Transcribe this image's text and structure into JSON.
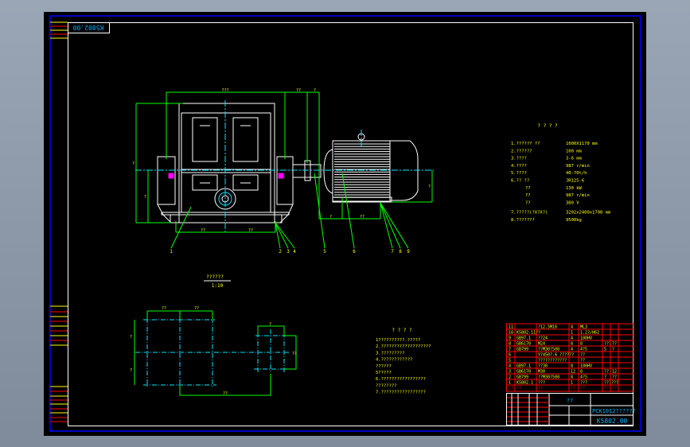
{
  "colors": {
    "background": "#000000",
    "frame": "#ffffff",
    "outline": "#0000ff",
    "geometry": "#ffffff",
    "centerline": "#00e5ff",
    "dimension": "#00ff00",
    "text": "#ffff00",
    "table": "#ff0000",
    "title_text": "#00b4ff"
  },
  "sheet_tag": "K5802.00",
  "callouts": [
    "1",
    "2",
    "3",
    "4",
    "5",
    "6",
    "7",
    "8",
    "9"
  ],
  "dim_labels": {
    "top": "???",
    "top2": "??",
    "top3": "?",
    "left": "?",
    "left2": "?",
    "bottom1": "??",
    "bottom2": "??",
    "motor1": "?",
    "motor2": "??",
    "motor_height": "?"
  },
  "detail_view": {
    "label": "??????",
    "scale": "1:10",
    "dims": [
      "??",
      "??",
      "?",
      "?",
      "??",
      "?",
      "??"
    ]
  },
  "specs": {
    "title": "? ? ? ?",
    "rows": [
      {
        "label": "1.?????? ??",
        "value": "1000X1170 mm"
      },
      {
        "label": "2.??????",
        "value": "100 mm"
      },
      {
        "label": "3.????",
        "value": "3-6 mm"
      },
      {
        "label": "4.????",
        "value": "987 r/min"
      },
      {
        "label": "5.????",
        "value": "40-70t/h"
      },
      {
        "label": "6.?? ??",
        "value": "JR125-6"
      },
      {
        "label": "??",
        "value": "130 kW"
      },
      {
        "label": "??",
        "value": "987 r/min"
      },
      {
        "label": "??",
        "value": "380 V"
      },
      {
        "label": "7.?????(?X?X?)",
        "value": "3202x2400x1700 mm"
      },
      {
        "label": "8.???????",
        "value": "9500kg"
      }
    ]
  },
  "notes": {
    "title": "? ? ? ?",
    "lines": [
      "1??????????.?????",
      "2.???????????????????",
      "3.?????????",
      "4.????????????",
      "  ??????",
      "5?????",
      "6.?????????????????",
      "  ????????",
      "7.?????????????????"
    ]
  },
  "parts_list": {
    "rows": [
      {
        "no": "11",
        "code": "",
        "name": "?12.5M16",
        "qty": "4",
        "material": "ML3",
        "note1": "",
        "note2": ""
      },
      {
        "no": "10",
        "code": "K5802-11?",
        "name": "?",
        "qty": "1",
        "material": "1.2?/H62",
        "note1": "",
        "note2": ""
      },
      {
        "no": "9",
        "code": "GB97.1",
        "name": "??24",
        "qty": "4",
        "material": "100HV",
        "note1": "",
        "note2": ""
      },
      {
        "no": "8",
        "code": "GB6170",
        "name": "M24",
        "qty": "8",
        "material": "8",
        "note1": "???",
        "note2": "??"
      },
      {
        "no": "7",
        "code": "GB799",
        "name": "??M30?500",
        "qty": "4",
        "material": "4?5",
        "note1": "5",
        "note2": "?"
      },
      {
        "no": "6",
        "code": "",
        "name": "Y?450?-6 ??????",
        "qty": "",
        "material": "??",
        "note1": "",
        "note2": ""
      },
      {
        "no": "5",
        "code": "",
        "name": "????????????",
        "qty": "",
        "material": "??",
        "note1": "",
        "note2": ""
      },
      {
        "no": "4",
        "code": "GB97.1",
        "name": "??30",
        "qty": "8",
        "material": "100HV",
        "note1": "",
        "note2": ""
      },
      {
        "no": "3",
        "code": "GB6170",
        "name": "M30",
        "qty": "12",
        "material": "8",
        "note1": "??",
        "note2": "12"
      },
      {
        "no": "2",
        "code": "GB799",
        "name": "??M30?500",
        "qty": "8",
        "material": "4?5",
        "note1": "?",
        "note2": "??"
      },
      {
        "no": "1",
        "code": "K5802.1",
        "name": "???",
        "qty": "1",
        "material": "???",
        "note1": "??????",
        "note2": ""
      }
    ],
    "header": [
      "??",
      "??",
      "??",
      "??",
      "??",
      "??",
      "??"
    ]
  },
  "title_block": {
    "name": "??",
    "company": "PCK1012??????",
    "drawing_no": "K5802.00"
  }
}
